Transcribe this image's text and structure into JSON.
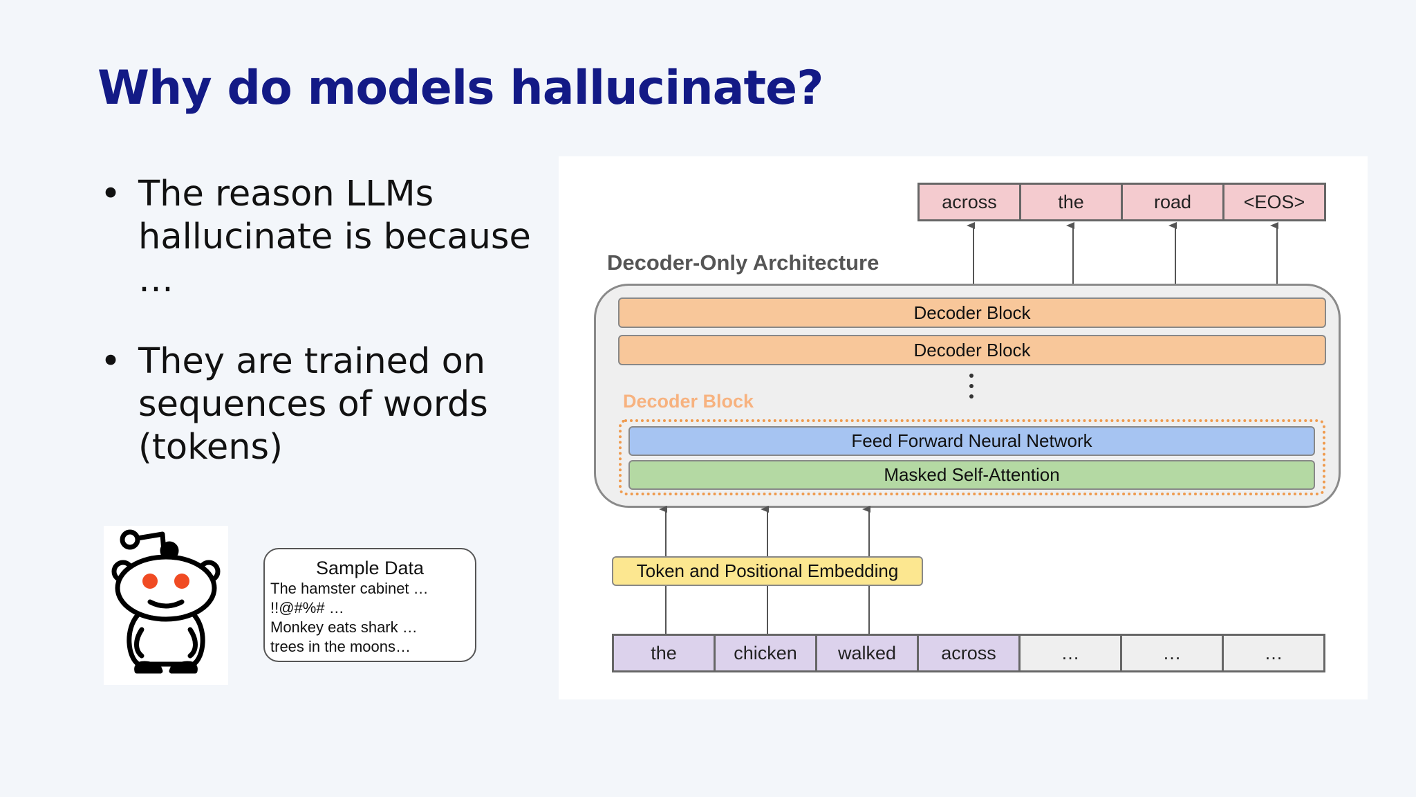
{
  "slide": {
    "title": "Why do models hallucinate?",
    "bullets": [
      {
        "line1": "The reason LLMs",
        "line2": "hallucinate is because",
        "line3": "…"
      },
      {
        "line1": "They are trained on",
        "line2": "sequences of words",
        "line3": "(tokens)"
      }
    ]
  },
  "sample_data": {
    "heading": "Sample Data",
    "lines": [
      "The hamster cabinet …",
      "!!@#%# …",
      "Monkey eats shark  …",
      "trees in the moons…"
    ]
  },
  "diagram": {
    "architecture_label": "Decoder-Only Architecture",
    "output_tokens": [
      "across",
      "the",
      "road",
      "<EOS>"
    ],
    "decoder_blocks": [
      "Decoder Block",
      "Decoder Block"
    ],
    "decoder_block_label": "Decoder Block",
    "ffn_label": "Feed Forward Neural Network",
    "attention_label": "Masked Self-Attention",
    "embedding_label": "Token and Positional Embedding",
    "input_tokens": [
      "the",
      "chicken",
      "walked",
      "across",
      "…",
      "…",
      "…"
    ]
  },
  "colors": {
    "title": "#131a86",
    "output_token": "#f4cbcf",
    "input_token": "#dcd2ec",
    "input_token_empty": "#efefef",
    "decoder_block": "#f8c79a",
    "ffn": "#a6c4f2",
    "attention": "#b4d9a3",
    "embedding": "#fce790",
    "dotted_border": "#ef9a4d"
  }
}
